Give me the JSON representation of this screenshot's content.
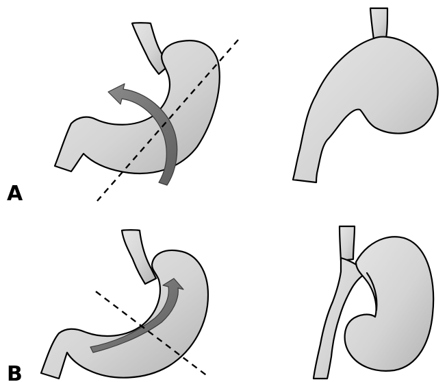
{
  "panels": [
    {
      "label": "A",
      "arrow_type": "curved-rotation-arrow",
      "has_cut_line": true
    },
    {
      "label": "B",
      "arrow_type": "curved-rotation-arrow",
      "has_cut_line": true
    }
  ],
  "colors": {
    "organ_fill_light": "#e4e4e4",
    "organ_fill_dark": "#b7b7b7",
    "outline": "#000000",
    "arrow_fill": "#7a7a7a",
    "background": "#ffffff"
  }
}
